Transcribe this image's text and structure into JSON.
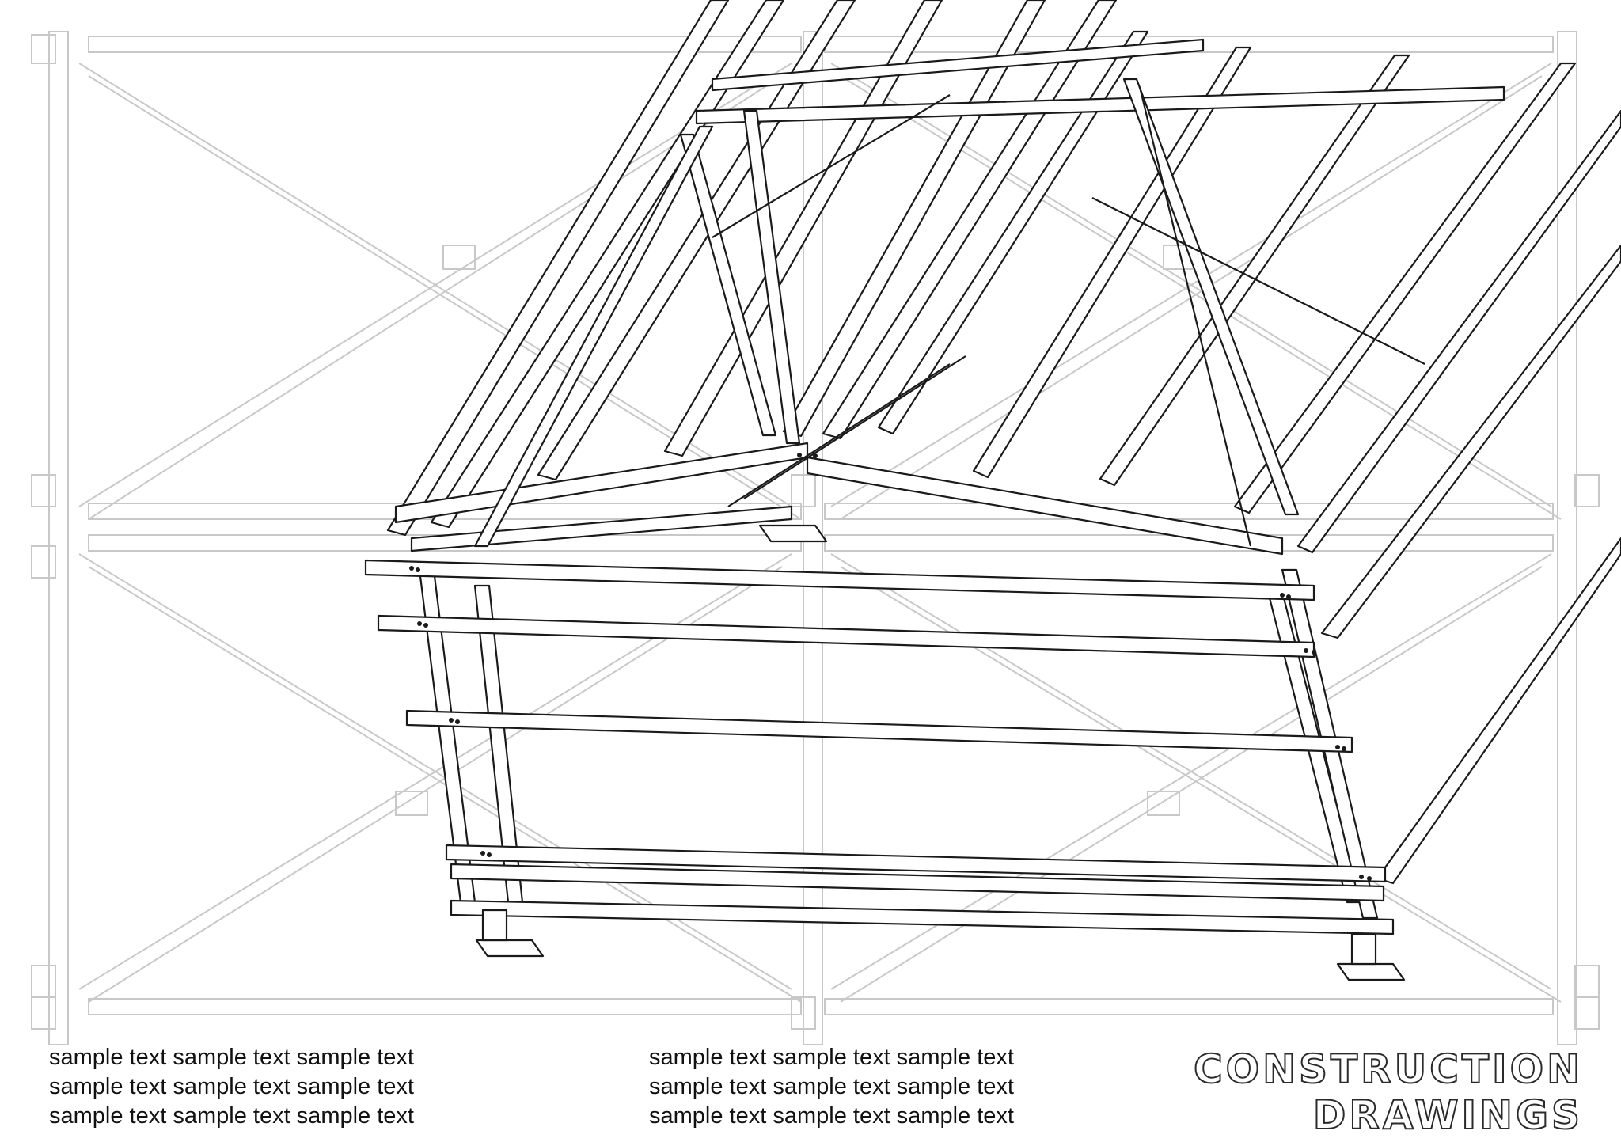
{
  "notes": {
    "left": [
      "sample text sample text sample text",
      "sample text sample text sample text",
      "sample text sample text sample text"
    ],
    "right": [
      "sample text sample text sample text",
      "sample text sample text sample text",
      "sample text sample text sample text"
    ]
  },
  "title": {
    "line1": "CONSTRUCTION",
    "line2": "DRAWINGS"
  },
  "colors": {
    "background": "#ffffff",
    "ink": "#111111",
    "faint": "#c4c4c4"
  }
}
